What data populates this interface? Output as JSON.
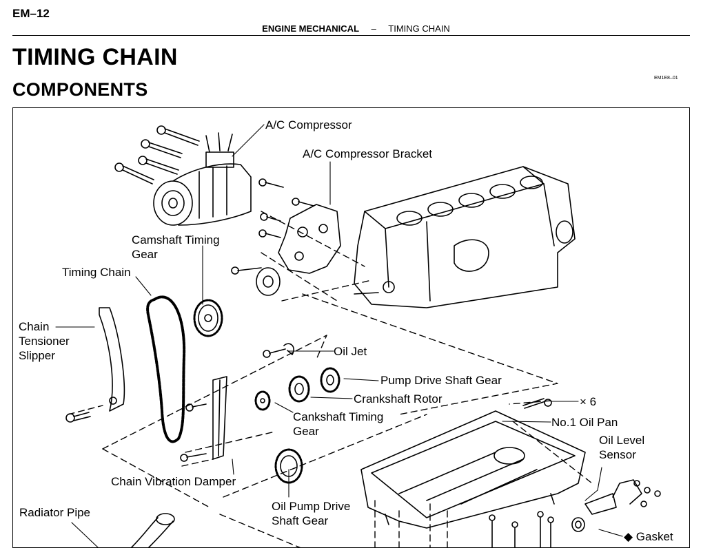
{
  "header": {
    "page_number": "EM–12",
    "section": "ENGINE MECHANICAL",
    "separator": "–",
    "topic": "TIMING CHAIN"
  },
  "title": "TIMING CHAIN",
  "subtitle": "COMPONENTS",
  "figure_code": "EM1E8–01",
  "labels": {
    "ac_compressor": "A/C Compressor",
    "ac_compressor_bracket": "A/C Compressor Bracket",
    "camshaft_timing_gear_1": "Camshaft Timing",
    "camshaft_timing_gear_2": "Gear",
    "timing_chain": "Timing Chain",
    "chain_tensioner_slipper_1": "Chain",
    "chain_tensioner_slipper_2": "Tensioner",
    "chain_tensioner_slipper_3": "Slipper",
    "oil_jet": "Oil Jet",
    "pump_drive_shaft_gear": "Pump Drive Shaft Gear",
    "crankshaft_rotor": "Crankshaft Rotor",
    "crankshaft_timing_gear_1": "Cankshaft Timing",
    "crankshaft_timing_gear_2": "Gear",
    "bolt_quantity": "× 6",
    "oil_pan": "No.1 Oil Pan",
    "oil_level_sensor_1": "Oil Level",
    "oil_level_sensor_2": "Sensor",
    "chain_vibration_damper": "Chain Vibration Damper",
    "oil_pump_drive_shaft_gear_1": "Oil Pump Drive",
    "oil_pump_drive_shaft_gear_2": "Shaft Gear",
    "radiator_pipe": "Radiator Pipe",
    "gasket": "◆ Gasket"
  }
}
